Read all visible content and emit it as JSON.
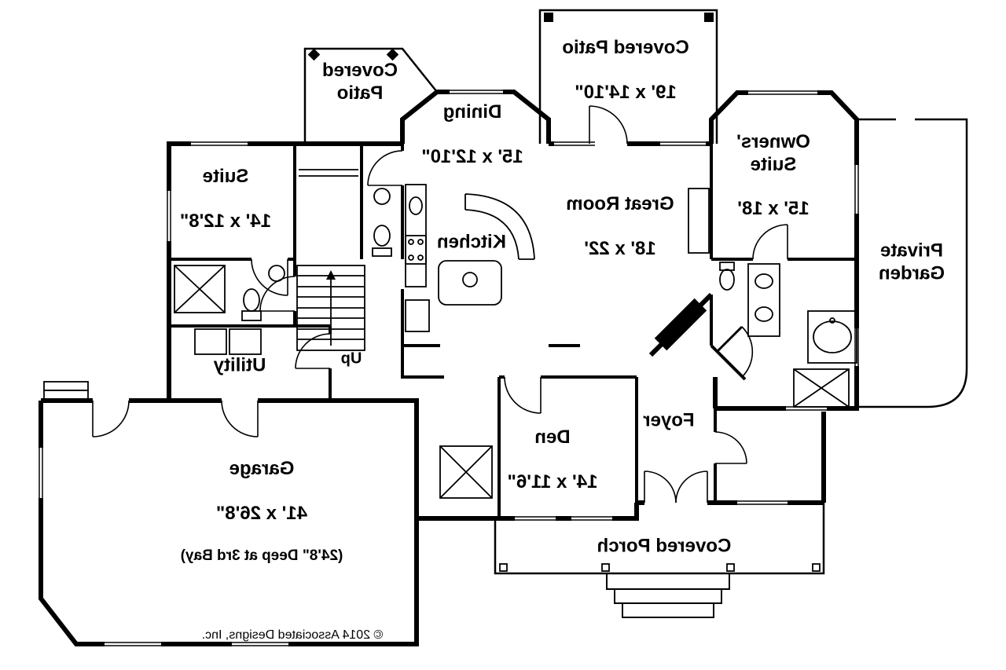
{
  "colors": {
    "ink": "#000000",
    "background": "#ffffff"
  },
  "rooms": {
    "covered_patio_left": {
      "label": "Covered\nPatio",
      "dimensions": ""
    },
    "covered_patio_top": {
      "label": "Covered Patio",
      "dimensions": "19' x 14'10\""
    },
    "dining": {
      "label": "Dining",
      "dimensions": "15' x 12'10\""
    },
    "owners_suite": {
      "label": "Owners'\nSuite",
      "dimensions": "15' x 18'"
    },
    "private_garden": {
      "label": "Private\nGarden",
      "dimensions": ""
    },
    "suite": {
      "label": "Suite",
      "dimensions": "14' x 12'8\""
    },
    "kitchen": {
      "label": "Kitchen",
      "dimensions": ""
    },
    "great_room": {
      "label": "Great Room",
      "dimensions": "18' x 22'"
    },
    "utility": {
      "label": "Utility",
      "dimensions": ""
    },
    "foyer": {
      "label": "Foyer",
      "dimensions": ""
    },
    "den": {
      "label": "Den",
      "dimensions": "14' x 11'6\""
    },
    "garage": {
      "label": "Garage",
      "dimensions": "41' x 26'8\"",
      "note": "(24'8\" Deep at 3rd Bay)"
    },
    "covered_porch": {
      "label": "Covered Porch",
      "dimensions": ""
    }
  },
  "annotations": {
    "stairs_direction": "Up",
    "copyright": "© 2014 Associated Designs, Inc."
  }
}
